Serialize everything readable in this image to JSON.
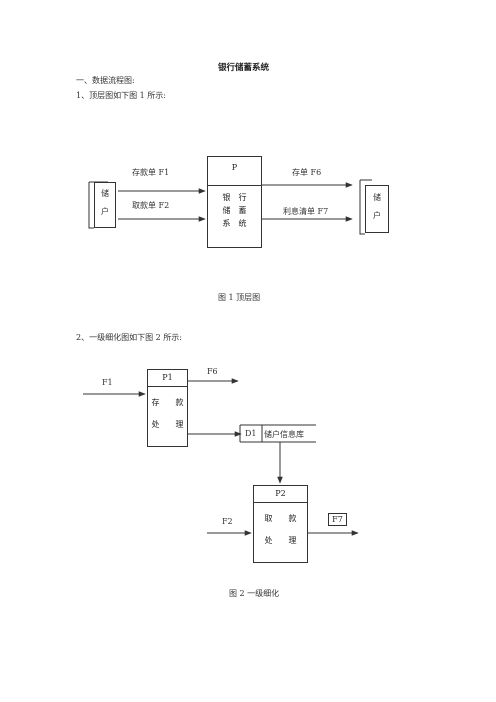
{
  "doc": {
    "title": "银行储蓄系统",
    "section1": "一、数据流程图:",
    "item1": "1、顶层图如下图 1 所示:",
    "item2": "2、一级细化图如下图 2 所示:"
  },
  "fig1": {
    "left_entity": [
      "储",
      "户"
    ],
    "right_entity": [
      "储",
      "户"
    ],
    "process_id": "P",
    "process_name": [
      "银　行",
      "储　蓄",
      "系　统"
    ],
    "flow_in_1": "存款单 F1",
    "flow_in_2": "取款单 F2",
    "flow_out_1": "存单 F6",
    "flow_out_2": "利息清单 F7",
    "caption": "图 1  顶层图"
  },
  "fig2": {
    "p1_id": "P1",
    "p1_name": [
      "存　　款",
      "处　　理"
    ],
    "p2_id": "P2",
    "p2_name": [
      "取　　款",
      "处　　理"
    ],
    "store_id": "D1",
    "store_name": "储户信息库",
    "f1": "F1",
    "f6": "F6",
    "f2": "F2",
    "f7": "F7",
    "caption": "图 2  一级细化"
  }
}
